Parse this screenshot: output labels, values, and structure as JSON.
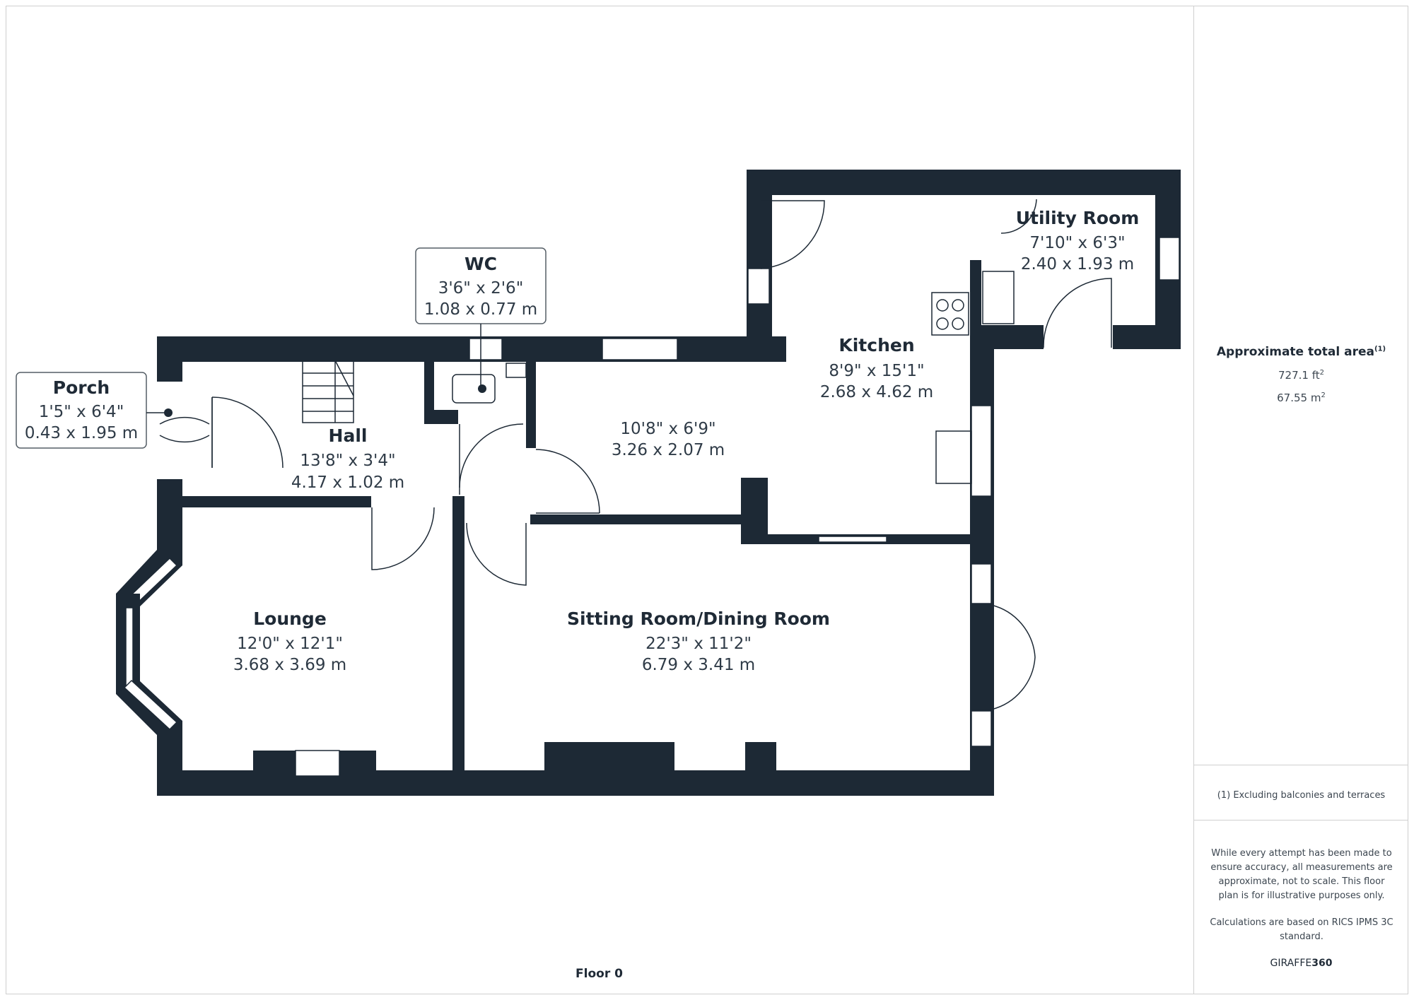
{
  "floor_label": "Floor 0",
  "rooms": [
    {
      "name": "Porch",
      "imperial": "1'5\" x 6'4\"",
      "metric": "0.43 x 1.95 m"
    },
    {
      "name": "WC",
      "imperial": "3'6\" x 2'6\"",
      "metric": "1.08 x 0.77 m"
    },
    {
      "name": "Hall",
      "imperial": "13'8\" x 3'4\"",
      "metric": "4.17 x 1.02 m"
    },
    {
      "name": "Kitchen",
      "imperial": "8'9\" x 15'1\"",
      "metric": "2.68 x 4.62 m"
    },
    {
      "name": "",
      "imperial": "10'8\" x 6'9\"",
      "metric": "3.26 x 2.07 m"
    },
    {
      "name": "Utility Room",
      "imperial": "7'10\" x 6'3\"",
      "metric": "2.40 x 1.93 m"
    },
    {
      "name": "Lounge",
      "imperial": "12'0\" x 12'1\"",
      "metric": "3.68 x 3.69 m"
    },
    {
      "name": "Sitting Room/Dining Room",
      "imperial": "22'3\" x 11'2\"",
      "metric": "6.79 x 3.41 m"
    }
  ],
  "summary": {
    "title": "Approximate total area",
    "title_note": "(1)",
    "area_ft": "727.1 ft",
    "area_ft_sup": "2",
    "area_m": "67.55 m",
    "area_m_sup": "2",
    "footnote": "(1) Excluding balconies and terraces",
    "disclaimer": "While every attempt has been made to ensure accuracy, all measurements are approximate, not to scale. This floor plan is for illustrative purposes only.",
    "calculation_note": "Calculations are based on RICS IPMS 3C standard.",
    "brand_light": "GIRAFFE",
    "brand_bold": "360"
  }
}
